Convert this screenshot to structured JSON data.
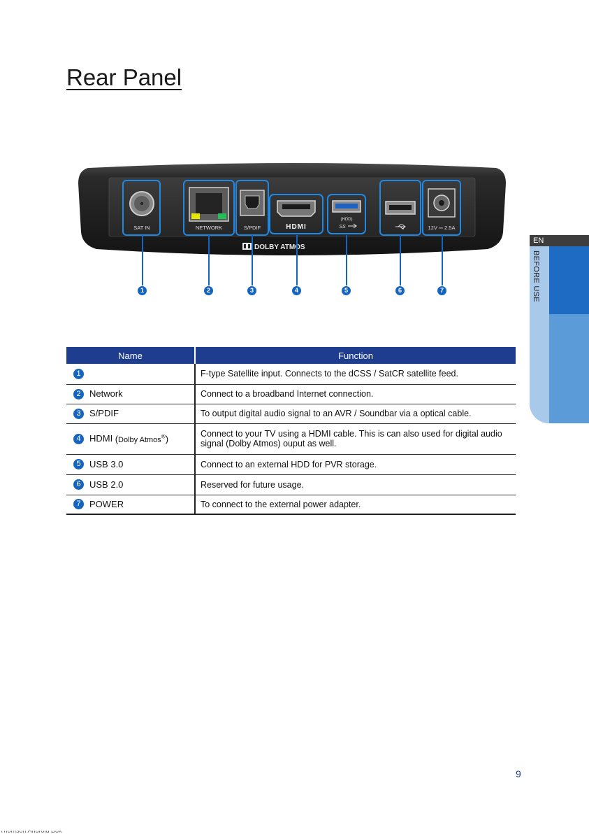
{
  "page": {
    "title": "Rear Panel",
    "page_number": "9",
    "footer_text": "Thomson Android Box"
  },
  "sidetab": {
    "language": "EN",
    "section": "BEFORE USE"
  },
  "device": {
    "port_labels": {
      "sat_in": "SAT IN",
      "network": "NETWORK",
      "spdif": "S/PDIF",
      "hdmi": "HDMI",
      "usb3_hdd": "(HDD)",
      "usb3_ss": "SS",
      "power": "12V ⎓ 2.5A"
    },
    "brand": "DOLBY ATMOS",
    "callouts": [
      "1",
      "2",
      "3",
      "4",
      "5",
      "6",
      "7"
    ]
  },
  "table": {
    "headers": {
      "name": "Name",
      "function": "Function"
    },
    "rows": [
      {
        "num": "1",
        "name": "",
        "function": "F-type Satellite input. Connects to the dCSS / SatCR satellite feed."
      },
      {
        "num": "2",
        "name": "Network",
        "function": "Connect to a broadband Internet connection."
      },
      {
        "num": "3",
        "name": "S/PDIF",
        "function": "To output digital audio signal to an AVR / Soundbar via a optical cable."
      },
      {
        "num": "4",
        "name": "HDMI",
        "name_suffix_open": "(",
        "name_suffix_label": "Dolby Atmos",
        "name_suffix_reg": "®",
        "name_suffix_close": ")",
        "function": "Connect to your TV using a HDMI cable. This is can also used for digital audio signal (Dolby Atmos) ouput as well."
      },
      {
        "num": "5",
        "name": "USB 3.0",
        "function": "Connect to an external HDD for PVR storage."
      },
      {
        "num": "6",
        "name": "USB 2.0",
        "function": "Reserved for future usage."
      },
      {
        "num": "7",
        "name": "POWER",
        "function": "To connect to the external power adapter."
      }
    ]
  },
  "colors": {
    "accent": "#1565c0",
    "header_bg": "#1f3d8f",
    "tab_dark": "#1e6bc4",
    "tab_light": "#5a9bd8"
  }
}
